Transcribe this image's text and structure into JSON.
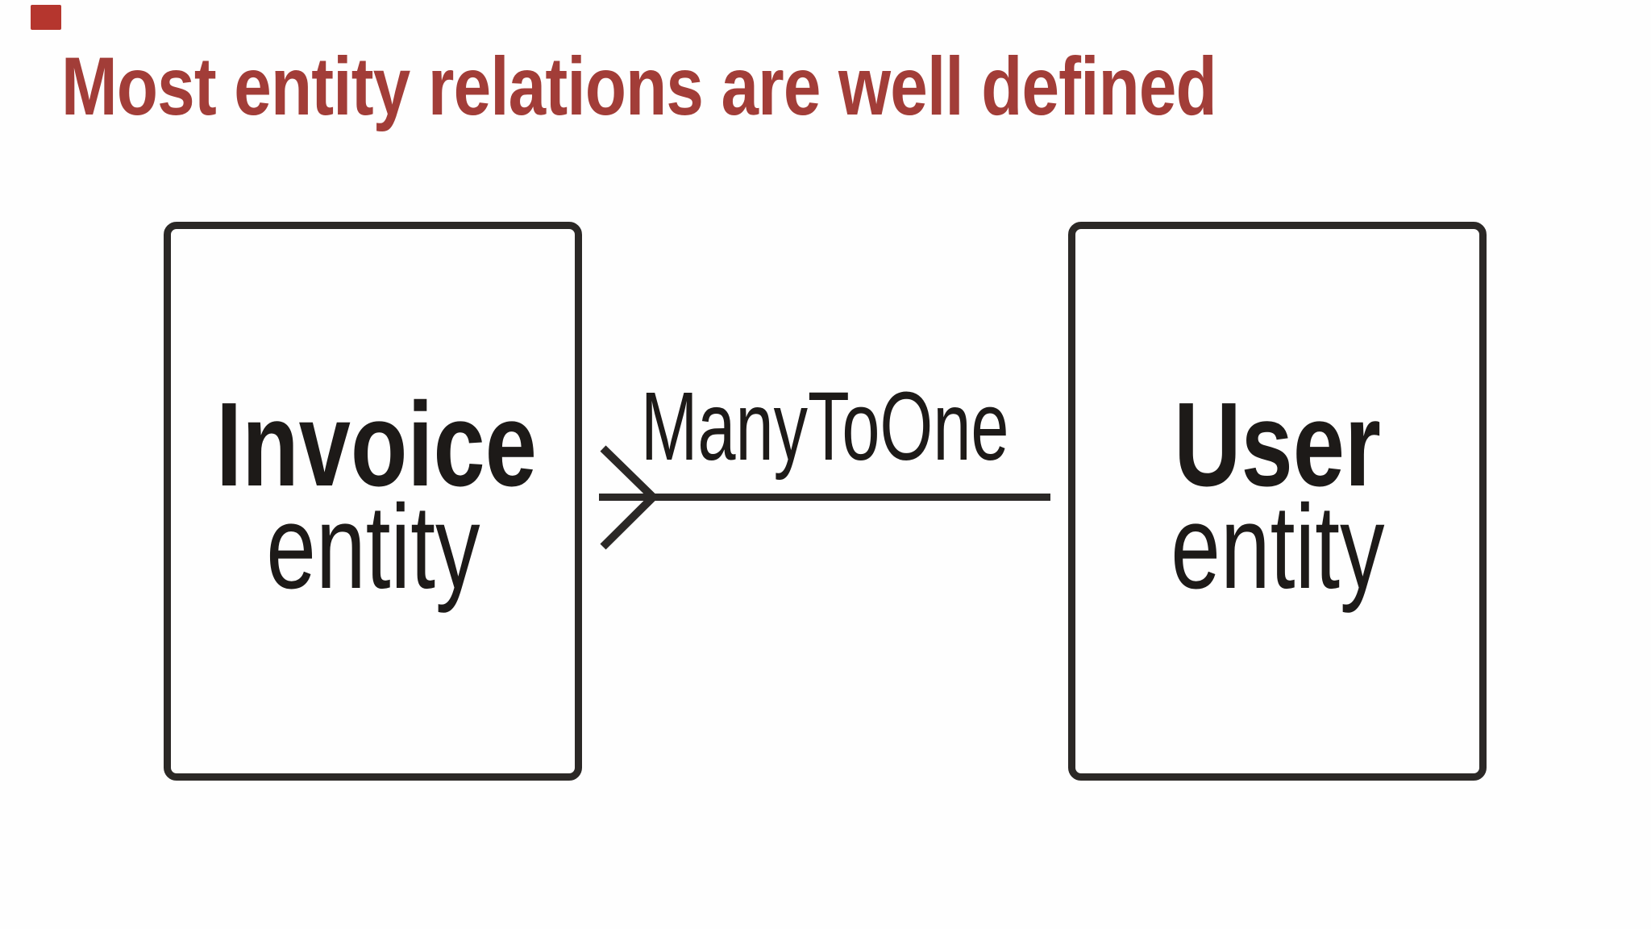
{
  "colors": {
    "background": "#fefefe",
    "accent_red": "#a23d38",
    "badge_red": "#b5362e",
    "ink": "#1d1a18",
    "stroke": "#2b2826"
  },
  "title": {
    "text": "Most entity relations are well defined"
  },
  "diagram": {
    "relation_label": "ManyToOne",
    "relation_type": "crow-foot-arrow-to-invoice",
    "entities": [
      {
        "name": "Invoice",
        "type_label": "entity"
      },
      {
        "name": "User",
        "type_label": "entity"
      }
    ]
  }
}
